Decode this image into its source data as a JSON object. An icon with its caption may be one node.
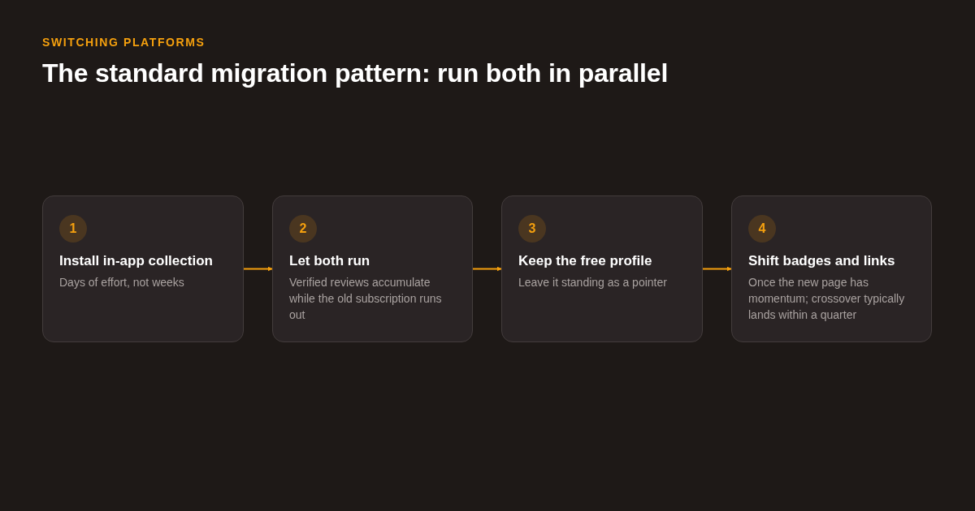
{
  "diagram": {
    "title": "The standard migration pattern: run both in parallel",
    "nodes": [
      {
        "text": [
          "1",
          "Install in-app collection",
          "Days of effort, not weeks"
        ]
      },
      {
        "text": [
          "2",
          "Let both run",
          "Verified reviews accumulate while the old subscription runs out"
        ]
      },
      {
        "text": [
          "3",
          "Keep the free profile",
          "Leave it standing as a pointer"
        ]
      },
      {
        "text": [
          "4",
          "Shift badges and links",
          "Once the new page has momentum; crossover typically lands within a quarter"
        ]
      }
    ],
    "edges": [
      {
        "from": 0,
        "to": 1,
        "arrow": "to"
      },
      {
        "from": 1,
        "to": 2,
        "arrow": "to"
      },
      {
        "from": 2,
        "to": 3,
        "arrow": "to"
      }
    ],
    "labels": [
      "SWITCHING PLATFORMS"
    ]
  }
}
